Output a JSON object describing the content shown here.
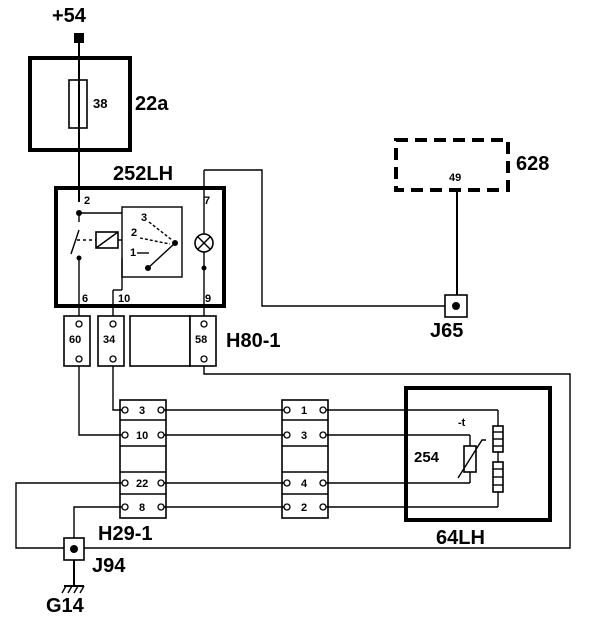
{
  "supply": {
    "label": "+54"
  },
  "fuse": {
    "box_label": "22a",
    "value": "38"
  },
  "relay": {
    "label": "252LH",
    "pins": {
      "p2": "2",
      "p7": "7",
      "p6": "6",
      "p10": "10",
      "p9": "9"
    },
    "switch_positions": {
      "s3": "3",
      "s2": "2",
      "s1": "1"
    }
  },
  "control_unit": {
    "label": "628",
    "pin": "49"
  },
  "junction_j65": {
    "label": "J65"
  },
  "connector_h80": {
    "label": "H80-1",
    "pins": [
      "60",
      "34",
      "58"
    ]
  },
  "connector_h29": {
    "label": "H29-1",
    "pins": [
      "3",
      "10",
      "22",
      "8"
    ]
  },
  "middle_connector": {
    "pins": [
      "1",
      "3",
      "4",
      "2"
    ]
  },
  "sensor": {
    "label": "64LH",
    "element": "254",
    "symbol": "-t"
  },
  "junction_j94": {
    "label": "J94"
  },
  "ground": {
    "label": "G14"
  }
}
